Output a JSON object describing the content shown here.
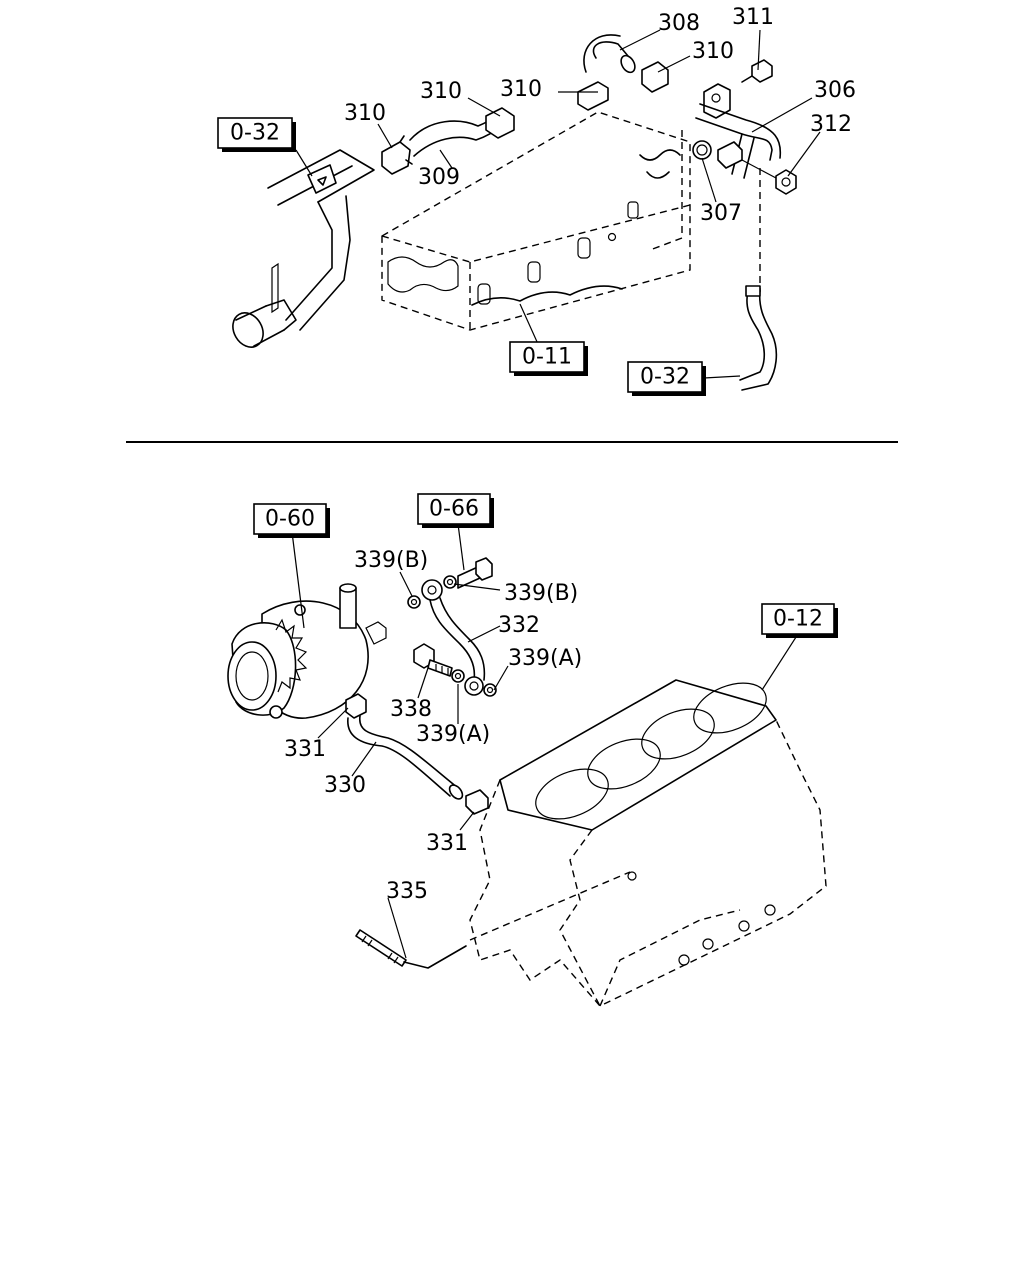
{
  "top": {
    "callouts": {
      "p308": "308",
      "p311": "311",
      "p310a": "310",
      "p310b": "310",
      "p310c": "310",
      "p310d": "310",
      "p306": "306",
      "p312": "312",
      "p309": "309",
      "p307": "307"
    },
    "refs": {
      "r032a": "0-32",
      "r011": "0-11",
      "r032b": "0-32"
    }
  },
  "bottom": {
    "callouts": {
      "p339b1": "339(B)",
      "p339b2": "339(B)",
      "p332": "332",
      "p339a1": "339(A)",
      "p338": "338",
      "p339a2": "339(A)",
      "p331a": "331",
      "p330": "330",
      "p331b": "331",
      "p335": "335"
    },
    "refs": {
      "r060": "0-60",
      "r066": "0-66",
      "r012": "0-12"
    }
  }
}
